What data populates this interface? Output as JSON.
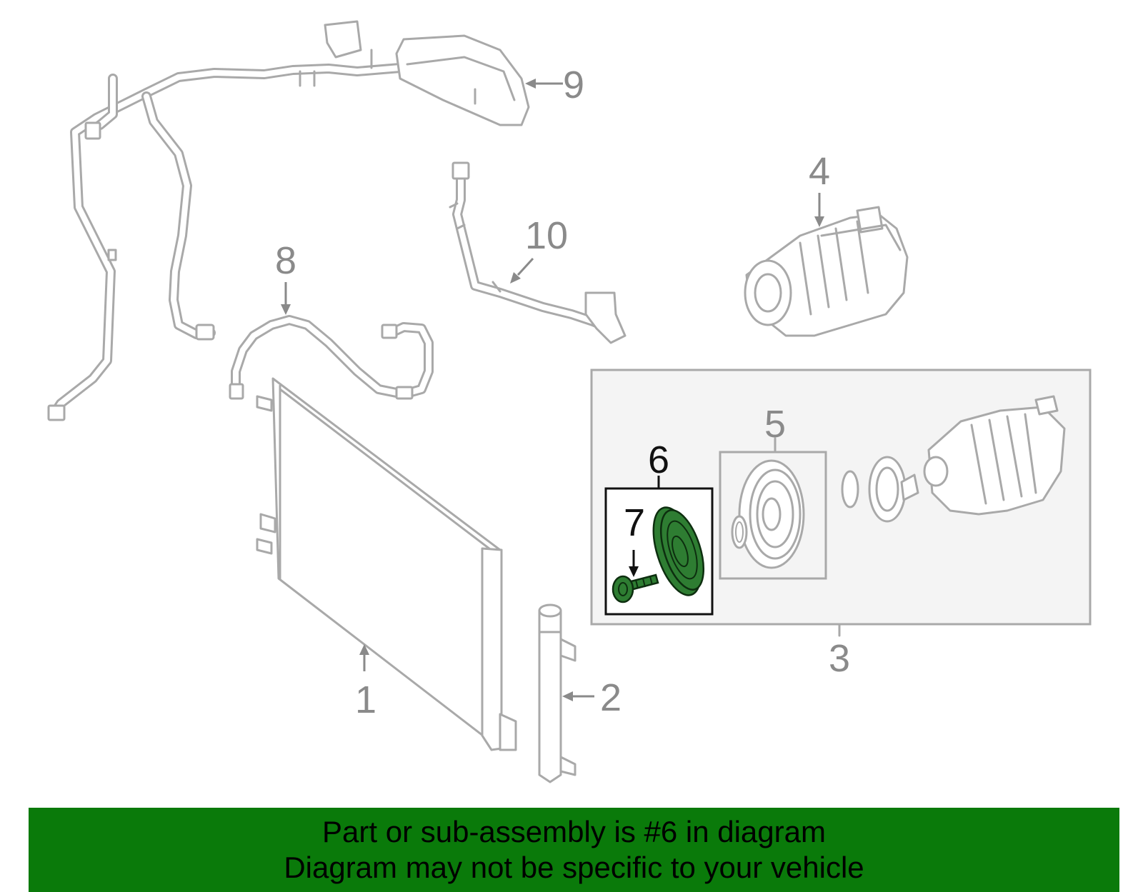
{
  "diagram": {
    "callouts": [
      "1",
      "2",
      "3",
      "4",
      "5",
      "6",
      "7",
      "8",
      "9",
      "10"
    ],
    "highlight_color": "#2e7d32",
    "line_color": "#a9a9a9"
  },
  "banner": {
    "line1": "Part or sub-assembly is #6 in diagram",
    "line2": "Diagram may not be specific to your vehicle",
    "background": "#0a7a0a"
  }
}
